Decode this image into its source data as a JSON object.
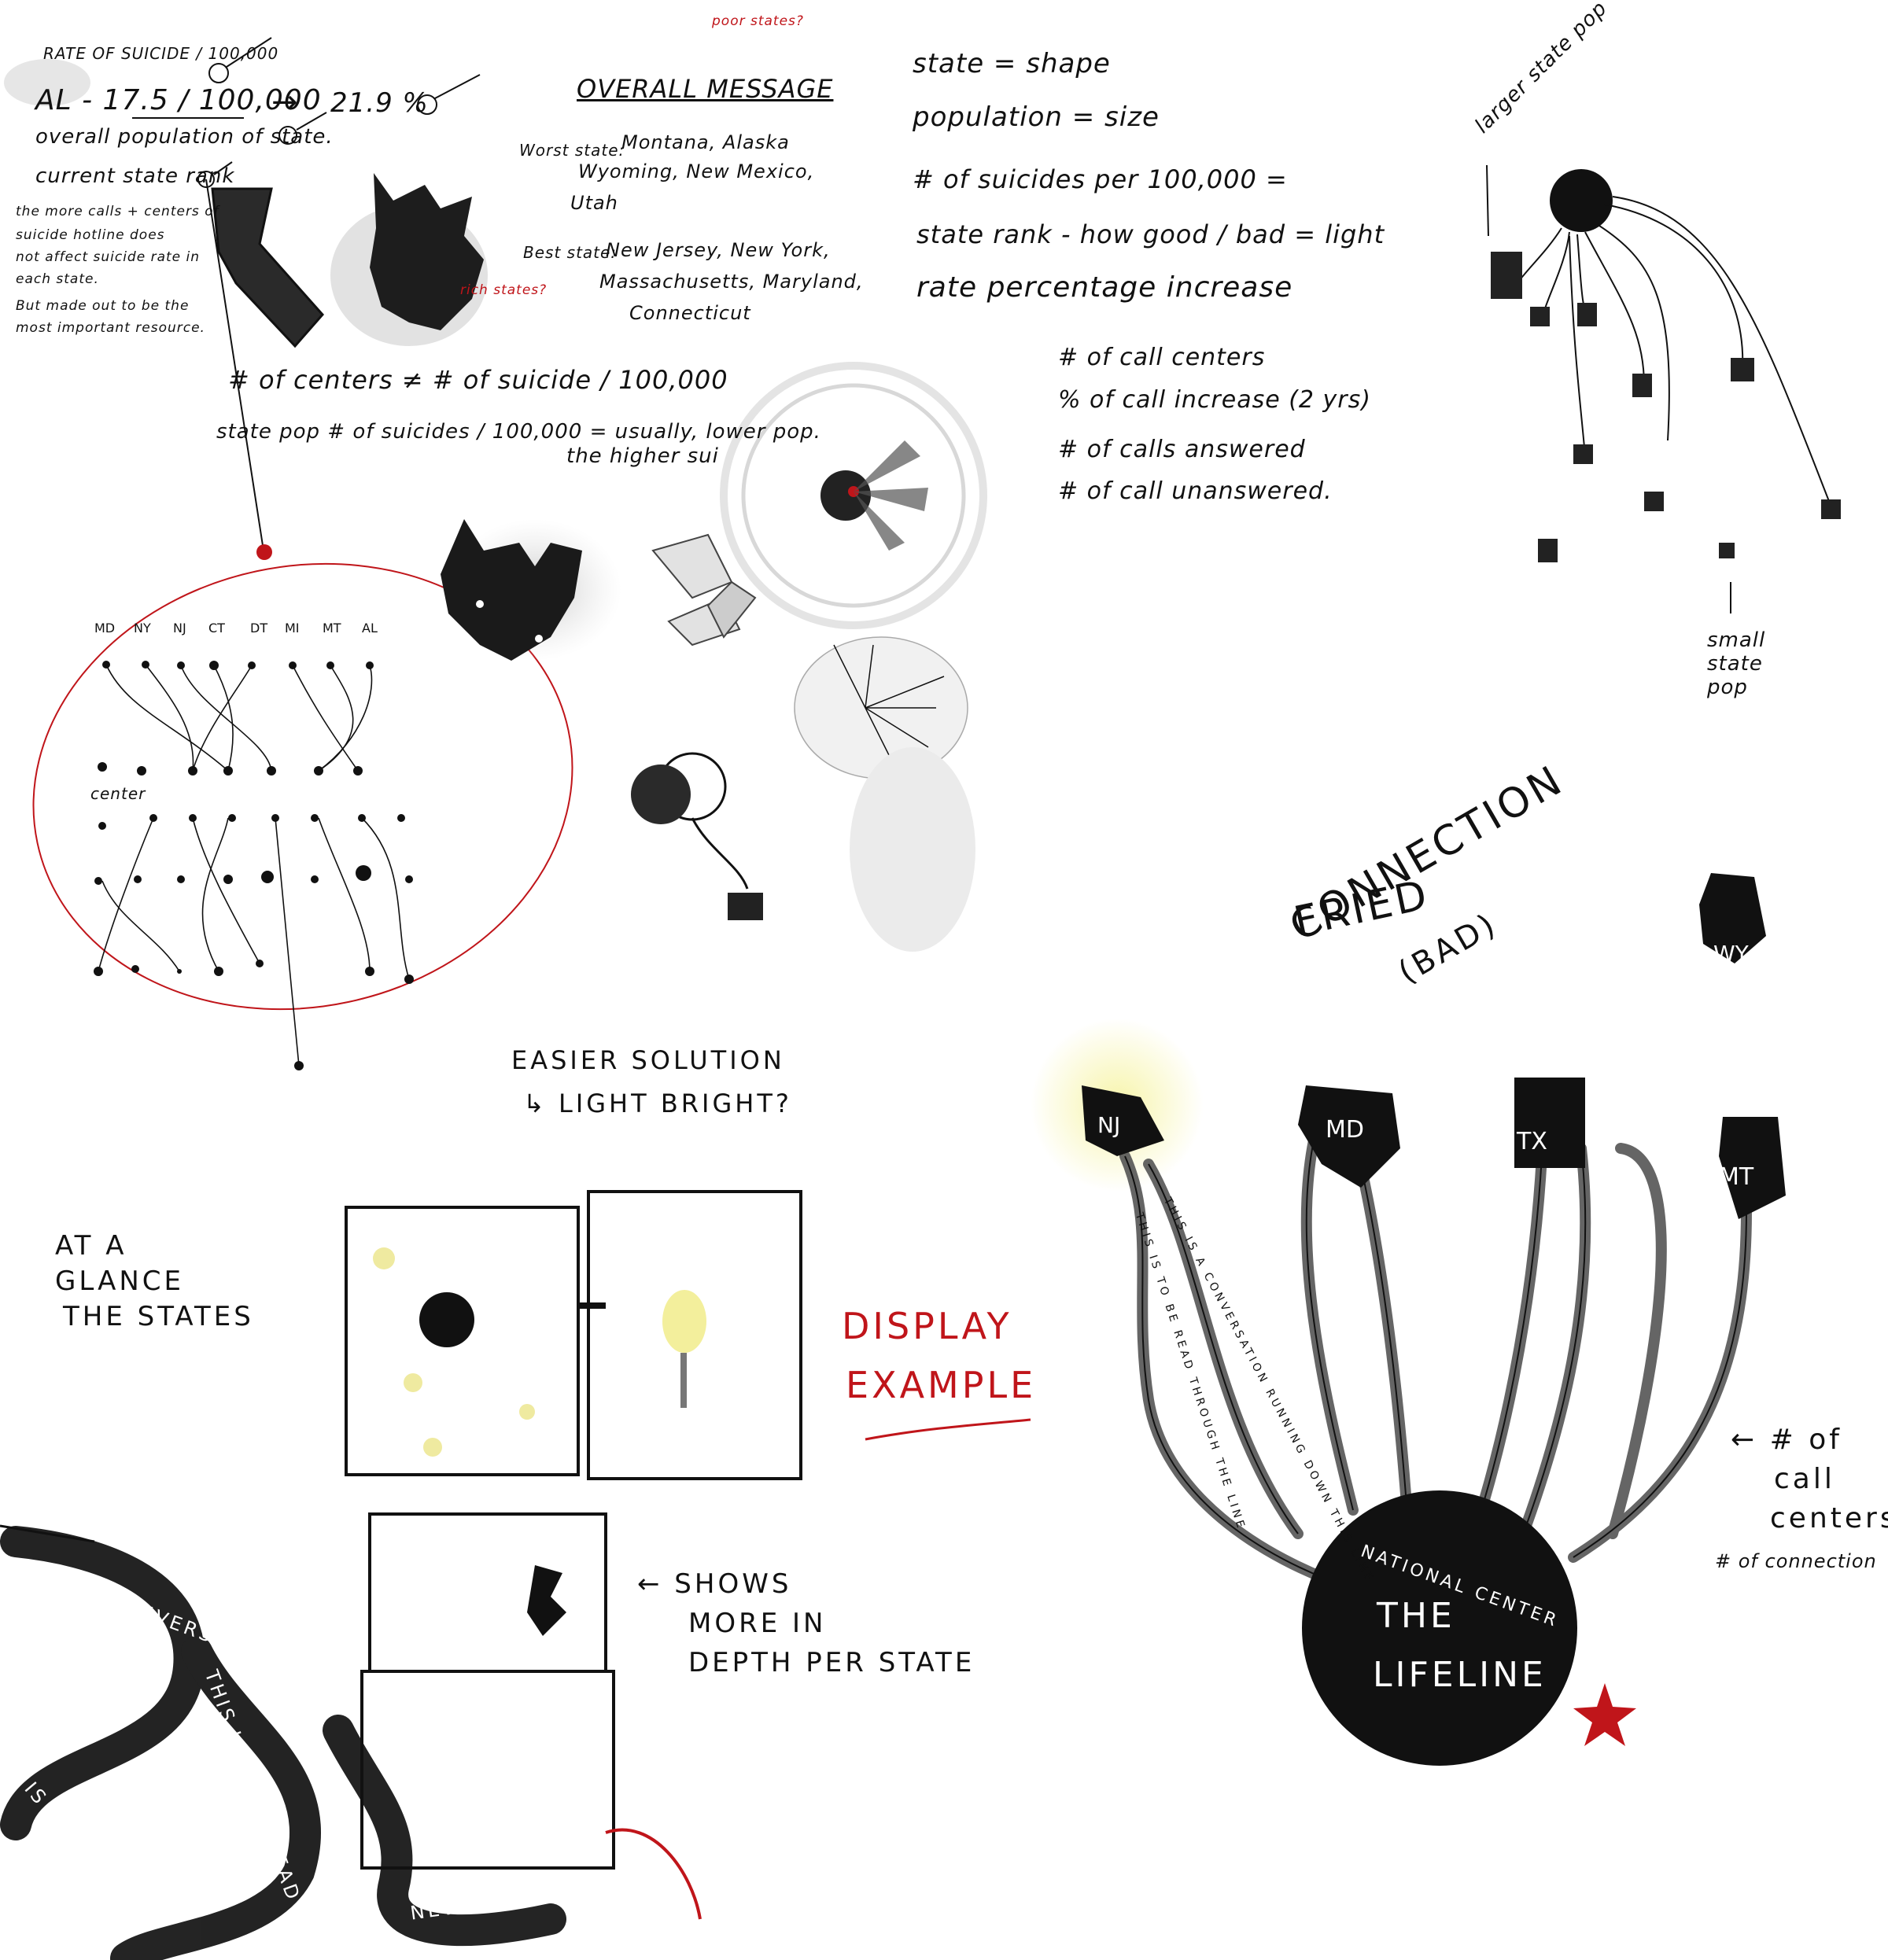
{
  "top_left": {
    "rate_heading": "RATE OF SUICIDE / 100,000",
    "al_line": "AL - 17.5 / 100,000",
    "al_arrow": "→",
    "al_percent": "21.9 %",
    "overall_population": "overall population of state.",
    "current_rank": "current state rank",
    "note_1": "the more calls + centers of",
    "note_2": "suicide hotline does",
    "note_3": "not affect suicide rate in",
    "note_4": "each state.",
    "note_5": "But made out to be the",
    "note_6": "most important resource.",
    "centers_formula": "# of centers ≠ # of suicide / 100,000",
    "state_pop_formula": "state pop   # of suicides / 100,000 = usually, lower pop.",
    "state_pop_formula_2": "the higher sui"
  },
  "overall_message": {
    "poor_states": "poor states?",
    "title": "OVERALL MESSAGE",
    "worst_label": "Worst state:",
    "worst_1": "Montana, Alaska",
    "worst_2": "Wyoming, New Mexico,",
    "worst_3": "Utah",
    "best_label": "Best state:",
    "best_1": "New Jersey, New York,",
    "best_2": "Massachusetts, Maryland,",
    "best_3": "Connecticut",
    "rich_states": "rich states?"
  },
  "legend_top": {
    "items": [
      "state = shape",
      "population = size",
      "# of suicides per 100,000 =",
      "state rank - how good / bad = light",
      "rate percentage increase"
    ]
  },
  "legend_calls": {
    "items": [
      "# of call centers",
      "% of call increase (2 yrs)",
      "# of calls answered",
      "# of call unanswered."
    ]
  },
  "top_right": {
    "larger_state_pop": "larger state pop",
    "small_state_pop": "small state pop"
  },
  "dot_network": {
    "states": [
      "MD",
      "NY",
      "NJ",
      "CT",
      "DT",
      "MI",
      "MT",
      "AL"
    ],
    "center_label": "center"
  },
  "middle": {
    "easier_solution": "EASIER SOLUTION",
    "light_bright": "↳ LIGHT BRIGHT?",
    "at_a_glance": "AT A\nGLANCE\nTHE STATES",
    "at_a_glance_1": "AT A",
    "at_a_glance_2": "GLANCE",
    "at_a_glance_3": "THE STATES",
    "display_example_1": "DISPLAY",
    "display_example_2": "EXAMPLE",
    "shows_more_1": "← SHOWS",
    "shows_more_2": "MORE IN",
    "shows_more_3": "DEPTH PER STATE"
  },
  "lifeline": {
    "fried_1": "FRIED",
    "fried_2": "CONNECTION",
    "fried_3": "(BAD)",
    "states": [
      "NJ",
      "MD",
      "TX",
      "MT",
      "WY"
    ],
    "hub_top": "NATIONAL CENTER",
    "hub_title": "THE",
    "hub_subtitle": "LIFELINE",
    "call_centers_1": "← # of",
    "call_centers_2": "call",
    "call_centers_3": "centers",
    "connection_note": "# of connection",
    "cable_text": "THIS IS A CONVERSATION RUNNING DOWN THIS LINE",
    "cable_text_2": "THIS IS TO BE READ THROUGH THE LINE",
    "bottom_cable_1": "THIS IS A",
    "bottom_cable_2": "CONVERSATION",
    "bottom_cable_3": "THIS IS TO BE READ",
    "bottom_cable_4": "NEW MESSAGE"
  },
  "colors": {
    "ink": "#111111",
    "red": "#c0151a",
    "glow": "#f3f1a8",
    "grey": "#cfcfcf"
  }
}
